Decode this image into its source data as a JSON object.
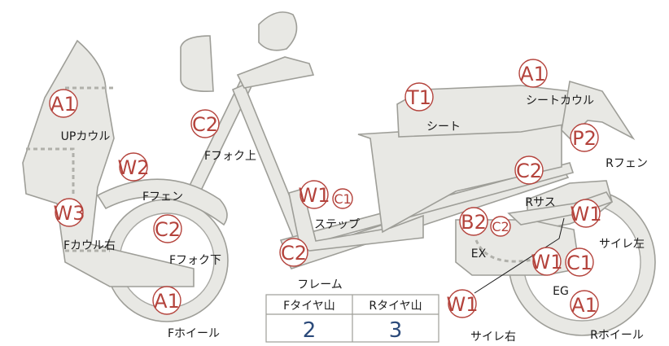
{
  "parts": [
    {
      "id": "up-cowl",
      "codes": [
        "A1"
      ],
      "label": "UPカウル"
    },
    {
      "id": "f-cowl-right",
      "codes": [
        "W3"
      ],
      "label": "Fカウル右"
    },
    {
      "id": "f-fender",
      "codes": [
        "W2"
      ],
      "label": "Fフェン"
    },
    {
      "id": "f-fork-upper",
      "codes": [
        "C2"
      ],
      "label": "Fフォク上"
    },
    {
      "id": "f-fork-lower",
      "codes": [
        "C2"
      ],
      "label": "Fフォク下"
    },
    {
      "id": "f-wheel",
      "codes": [
        "A1"
      ],
      "label": "Fホイール"
    },
    {
      "id": "step",
      "codes": [
        "W1",
        "C1"
      ],
      "label": "ステップ"
    },
    {
      "id": "frame",
      "codes": [
        "C2"
      ],
      "label": "フレーム"
    },
    {
      "id": "seat",
      "codes": [
        "T1"
      ],
      "label": "シート"
    },
    {
      "id": "seat-cowl",
      "codes": [
        "A1"
      ],
      "label": "シートカウル"
    },
    {
      "id": "r-fender",
      "codes": [
        "P2"
      ],
      "label": "Rフェン"
    },
    {
      "id": "r-suspension",
      "codes": [
        "C2"
      ],
      "label": "Rサス"
    },
    {
      "id": "muffler-left",
      "codes": [
        "W1"
      ],
      "label": "サイレ左"
    },
    {
      "id": "exhaust",
      "codes": [
        "B2",
        "C2"
      ],
      "label": "EX"
    },
    {
      "id": "engine",
      "codes": [
        "W1",
        "C1"
      ],
      "label": "EG"
    },
    {
      "id": "muffler-right",
      "codes": [
        "W1"
      ],
      "label": "サイレ右"
    },
    {
      "id": "r-wheel",
      "codes": [
        "A1"
      ],
      "label": "Rホイール"
    }
  ],
  "tire_tread": {
    "headers": [
      "Fタイヤ山",
      "Rタイヤ山"
    ],
    "values": [
      "2",
      "3"
    ]
  },
  "colors": {
    "code": "#b4433c",
    "value": "#2b4a7a",
    "part_fill": "#e8e8e4",
    "part_stroke": "#9e9e98"
  }
}
